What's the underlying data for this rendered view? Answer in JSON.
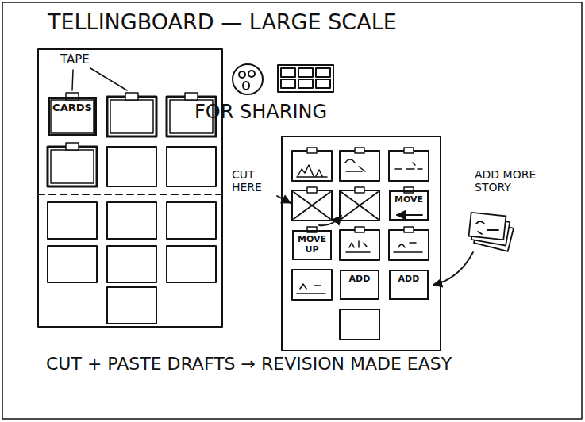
{
  "diagram": {
    "title": "TELLINGBOARD — LARGE SCALE",
    "caption": "CUT + PASTE DRAFTS → REVISION MADE EASY",
    "nodes": [
      {
        "text": [
          "CARDS"
        ]
      },
      {
        "text": [
          "MOVE"
        ]
      },
      {
        "text": [
          "MOVE UP"
        ]
      },
      {
        "text": [
          "ADD"
        ]
      },
      {
        "text": [
          "ADD"
        ]
      }
    ],
    "labels": [
      "FOR SHARING",
      "TAPE",
      "CUT HERE",
      "ADD MORE STORY"
    ]
  }
}
